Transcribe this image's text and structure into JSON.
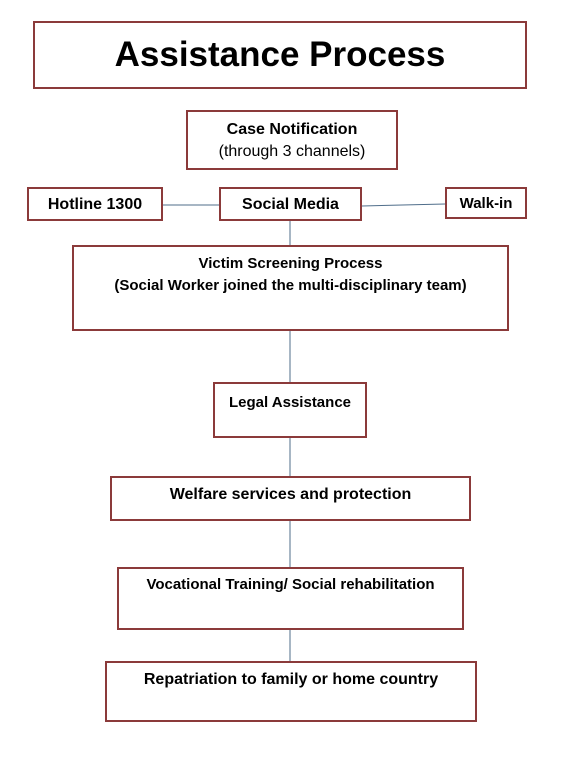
{
  "diagram": {
    "title": "Assistance Process",
    "notification": {
      "line1": "Case Notification",
      "line2": "(through 3 channels)"
    },
    "channels": {
      "hotline": "Hotline 1300",
      "social_media": "Social Media",
      "walk_in": "Walk-in"
    },
    "screening": {
      "line1": "Victim Screening Process",
      "line2": "(Social Worker joined the multi-disciplinary team)"
    },
    "legal": "Legal Assistance",
    "welfare": "Welfare services and protection",
    "vocational": "Vocational Training/ Social rehabilitation",
    "repatriation": "Repatriation to family or home country",
    "colors": {
      "box_border": "#8b3a3a",
      "connector": "#4f6d8a"
    }
  }
}
